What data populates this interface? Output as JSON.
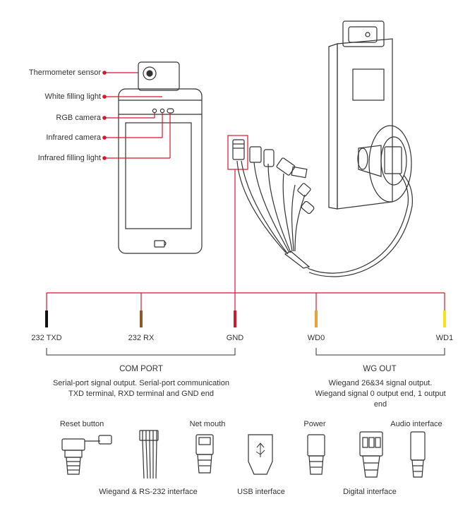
{
  "device_labels": {
    "thermometer_sensor": "Thermometer sensor",
    "white_fill_light": "White filling light",
    "rgb_camera": "RGB camera",
    "infrared_camera": "Infrared camera",
    "infrared_fill_light": "Infrared filling light"
  },
  "wires": [
    {
      "label": "232 TXD",
      "color": "#111111"
    },
    {
      "label": "232 RX",
      "color": "#8b5a2b"
    },
    {
      "label": "GND",
      "color": "#d4182b"
    },
    {
      "label": "WD0",
      "color": "#e6a23c"
    },
    {
      "label": "WD1",
      "color": "#f2e41a"
    }
  ],
  "groups": {
    "com_port": {
      "title": "COM PORT",
      "description": "Serial-port signal output. Serial-port communication TXD terminal, RXD terminal and GND end"
    },
    "wg_out": {
      "title": "WG OUT",
      "description": "Wiegand 26&34 signal output. Wiegand signal 0 output end, 1 output end"
    }
  },
  "connectors": {
    "reset_button": "Reset button",
    "net_mouth": "Net mouth",
    "power": "Power",
    "audio_interface": "Audio interface",
    "wiegand_rs232": "Wiegand & RS-232 interface",
    "usb_interface": "USB interface",
    "digital_interface": "Digital interface"
  },
  "colors": {
    "accent_red": "#d4182b",
    "line_dark": "#333333"
  }
}
